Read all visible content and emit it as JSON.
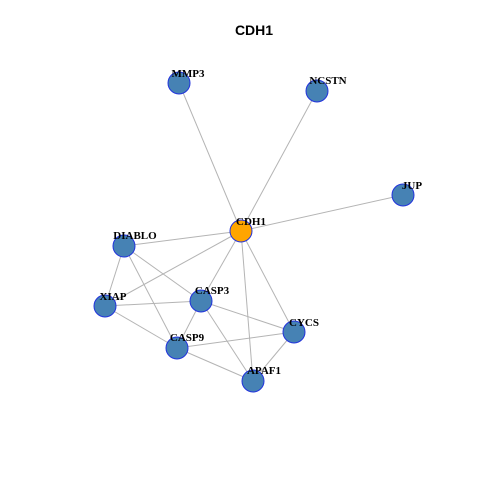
{
  "title": "CDH1",
  "colors": {
    "hub": "#FFA500",
    "node": "#4682B4",
    "border": "#2233DD",
    "edge": "#B4B4B4"
  },
  "nodes": [
    {
      "id": "CDH1",
      "hub": true
    },
    {
      "id": "MMP3",
      "hub": false
    },
    {
      "id": "NCSTN",
      "hub": false
    },
    {
      "id": "JUP",
      "hub": false
    },
    {
      "id": "DIABLO",
      "hub": false
    },
    {
      "id": "XIAP",
      "hub": false
    },
    {
      "id": "CASP3",
      "hub": false
    },
    {
      "id": "CASP9",
      "hub": false
    },
    {
      "id": "CYCS",
      "hub": false
    },
    {
      "id": "APAF1",
      "hub": false
    }
  ],
  "edges": [
    [
      "CDH1",
      "MMP3"
    ],
    [
      "CDH1",
      "NCSTN"
    ],
    [
      "CDH1",
      "JUP"
    ],
    [
      "CDH1",
      "DIABLO"
    ],
    [
      "CDH1",
      "XIAP"
    ],
    [
      "CDH1",
      "CASP3"
    ],
    [
      "CDH1",
      "CYCS"
    ],
    [
      "CDH1",
      "APAF1"
    ],
    [
      "DIABLO",
      "XIAP"
    ],
    [
      "DIABLO",
      "CASP3"
    ],
    [
      "DIABLO",
      "CASP9"
    ],
    [
      "XIAP",
      "CASP3"
    ],
    [
      "XIAP",
      "CASP9"
    ],
    [
      "CASP3",
      "CASP9"
    ],
    [
      "CASP3",
      "CYCS"
    ],
    [
      "CASP3",
      "APAF1"
    ],
    [
      "CASP9",
      "CYCS"
    ],
    [
      "CASP9",
      "APAF1"
    ],
    [
      "CYCS",
      "APAF1"
    ]
  ]
}
